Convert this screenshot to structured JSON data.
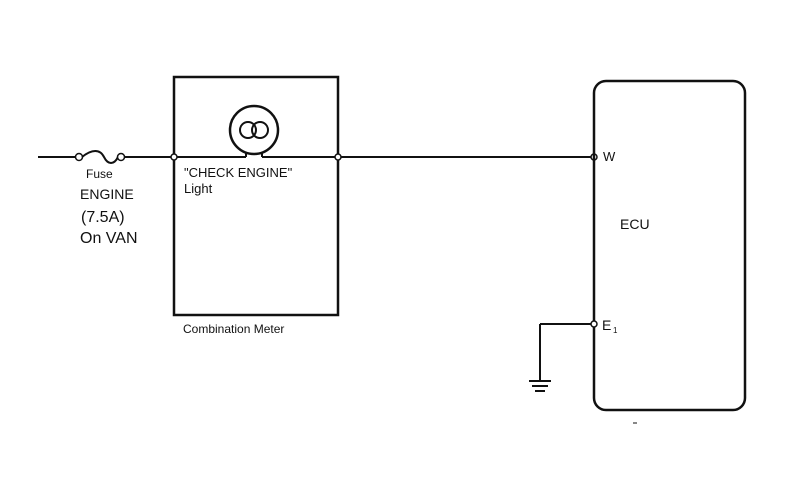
{
  "fuse": {
    "label": "Fuse",
    "name": "ENGINE",
    "rating": "(7.5A)",
    "condition": "On VAN"
  },
  "combination_meter": {
    "lamp_label_line1": "\"CHECK ENGINE\"",
    "lamp_label_line2": "Light",
    "caption": "Combination Meter"
  },
  "ecu": {
    "label": "ECU",
    "terminal_w": "W",
    "terminal_e1_main": "E",
    "terminal_e1_sub": "1"
  }
}
